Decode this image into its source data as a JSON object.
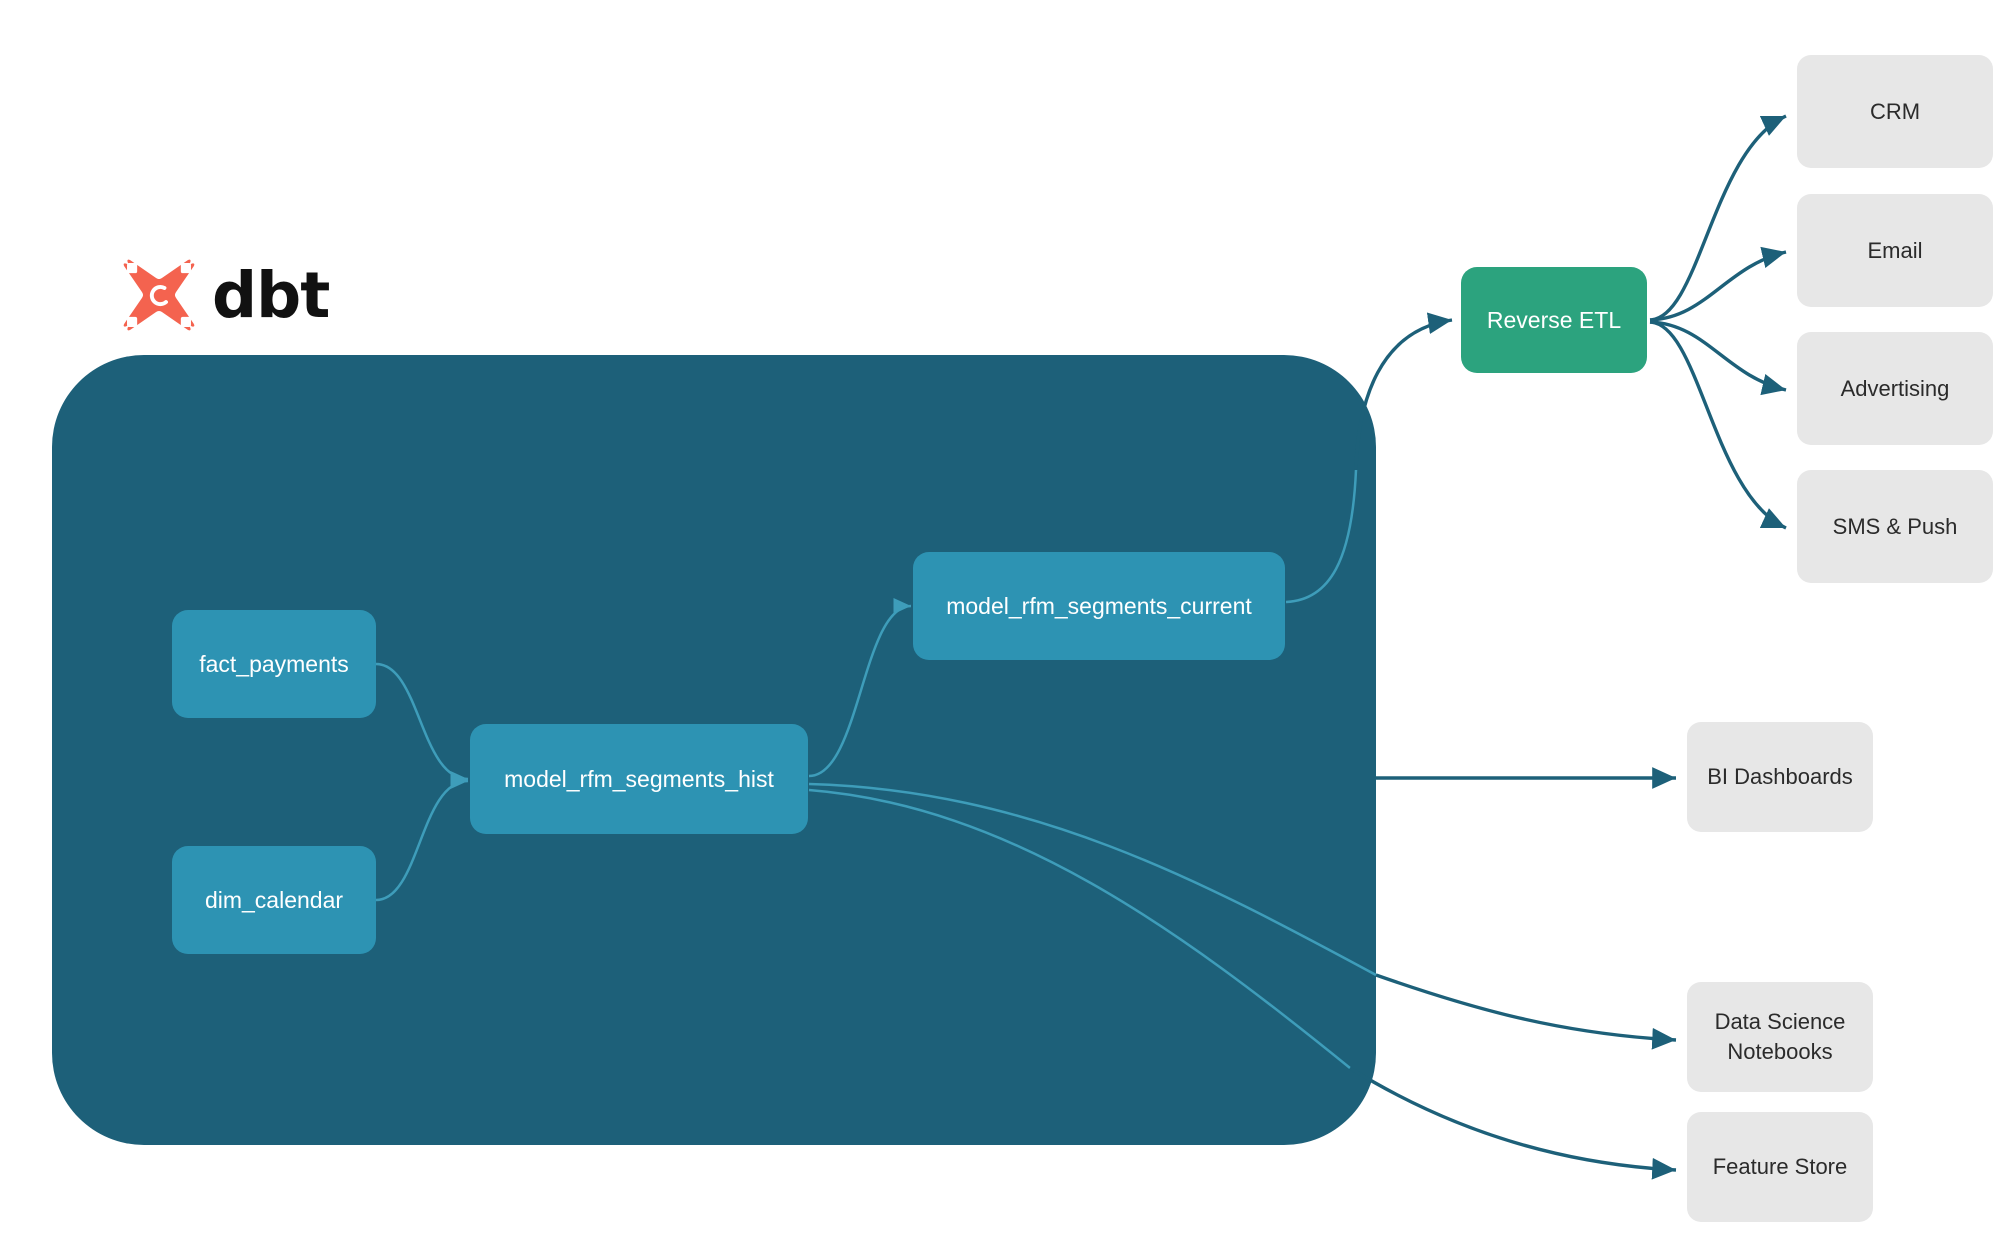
{
  "brand": {
    "logo_name": "dbt-logo",
    "wordmark": "dbt",
    "logo_color": "#F4634F",
    "wordmark_color": "#111111"
  },
  "colors": {
    "container_fill": "#1D6079",
    "model_node_fill": "#2D93B3",
    "reverse_etl_fill": "#2CA37E",
    "consumer_node_fill": "#E7E7E7",
    "edge_color": "#1D6079",
    "inner_edge_color": "#3E9DBA",
    "canvas_background": "#FFFFFF"
  },
  "project": {
    "container_name": "dbt-project-container",
    "models": [
      {
        "id": "fact_payments",
        "label": "fact_payments"
      },
      {
        "id": "dim_calendar",
        "label": "dim_calendar"
      },
      {
        "id": "model_rfm_segments_hist",
        "label": "model_rfm_segments_hist"
      },
      {
        "id": "model_rfm_segments_current",
        "label": "model_rfm_segments_current"
      }
    ]
  },
  "reverse_etl": {
    "label": "Reverse ETL"
  },
  "activation_targets": [
    {
      "id": "crm",
      "label": "CRM"
    },
    {
      "id": "email",
      "label": "Email"
    },
    {
      "id": "advertising",
      "label": "Advertising"
    },
    {
      "id": "sms_push",
      "label": "SMS & Push"
    }
  ],
  "analytics_targets": [
    {
      "id": "bi_dashboards",
      "label": "BI Dashboards"
    },
    {
      "id": "data_science_notebooks",
      "label_line1": "Data Science",
      "label_line2": "Notebooks"
    },
    {
      "id": "feature_store",
      "label": "Feature Store"
    }
  ],
  "edges": [
    {
      "from": "fact_payments",
      "to": "model_rfm_segments_hist"
    },
    {
      "from": "dim_calendar",
      "to": "model_rfm_segments_hist"
    },
    {
      "from": "model_rfm_segments_hist",
      "to": "model_rfm_segments_current"
    },
    {
      "from": "model_rfm_segments_current",
      "to": "reverse_etl"
    },
    {
      "from": "reverse_etl",
      "to": "crm"
    },
    {
      "from": "reverse_etl",
      "to": "email"
    },
    {
      "from": "reverse_etl",
      "to": "advertising"
    },
    {
      "from": "reverse_etl",
      "to": "sms_push"
    },
    {
      "from": "model_rfm_segments_hist",
      "to": "bi_dashboards"
    },
    {
      "from": "model_rfm_segments_hist",
      "to": "data_science_notebooks"
    },
    {
      "from": "model_rfm_segments_hist",
      "to": "feature_store"
    }
  ]
}
